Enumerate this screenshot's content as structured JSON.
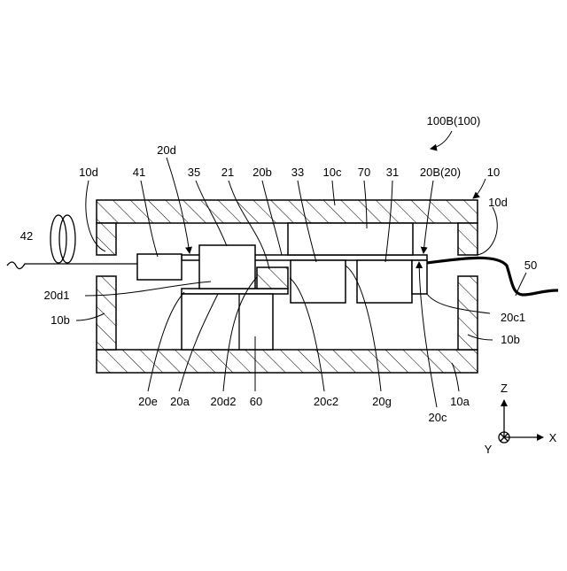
{
  "figure": {
    "assembly_label": "100B(100)",
    "axes": {
      "z": "Z",
      "x": "X",
      "y": "Y"
    }
  },
  "labels": {
    "l10d_left": "10d",
    "l41": "41",
    "l20d": "20d",
    "l35": "35",
    "l21": "21",
    "l20b": "20b",
    "l33": "33",
    "l10c": "10c",
    "l70": "70",
    "l31": "31",
    "l20B": "20B(20)",
    "l10": "10",
    "l10d_right": "10d",
    "l42": "42",
    "l50": "50",
    "l20d1": "20d1",
    "l10b_left": "10b",
    "l20c1": "20c1",
    "l10b_right": "10b",
    "l20e": "20e",
    "l20a": "20a",
    "l20d2": "20d2",
    "l60": "60",
    "l20c2": "20c2",
    "l20g": "20g",
    "l10a": "10a",
    "l20c": "20c"
  }
}
